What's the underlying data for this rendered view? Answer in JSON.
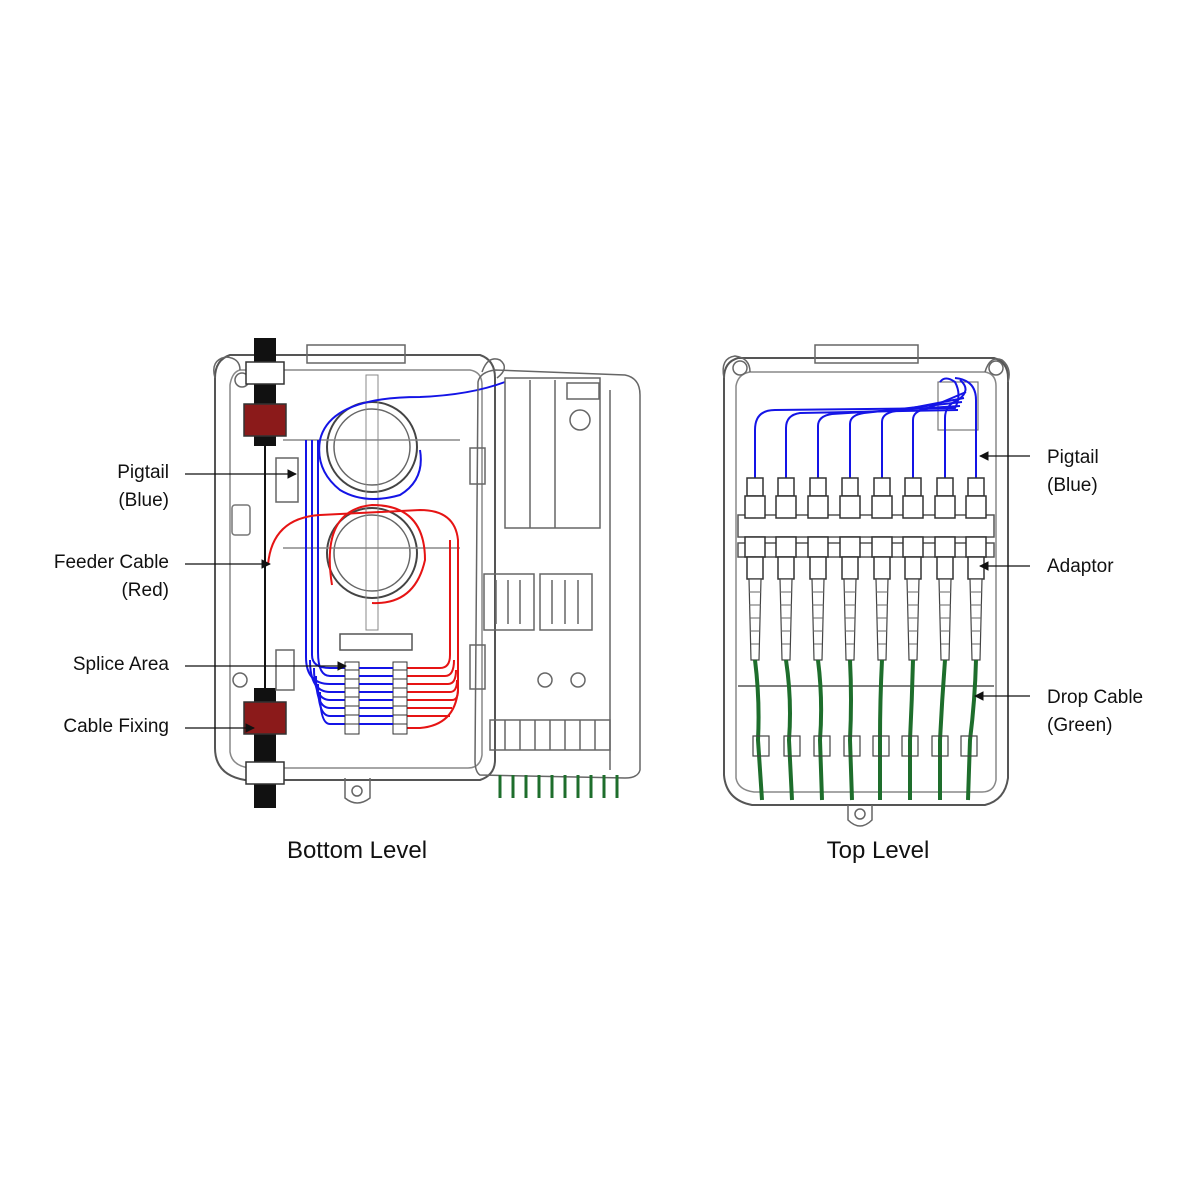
{
  "colors": {
    "pigtail": "#1414e6",
    "feeder": "#e61414",
    "drop": "#1e6e2c",
    "outline": "#555555",
    "cable_black": "#111111",
    "fixing": "#8b1a1a"
  },
  "bottom": {
    "caption": "Bottom Level",
    "labels": {
      "pigtail_1": "Pigtail",
      "pigtail_2": "(Blue)",
      "feeder_1": "Feeder Cable",
      "feeder_2": "(Red)",
      "splice": "Splice Area",
      "fixing": "Cable Fixing"
    }
  },
  "top": {
    "caption": "Top Level",
    "labels": {
      "pigtail_1": "Pigtail",
      "pigtail_2": "(Blue)",
      "adaptor": "Adaptor",
      "drop_1": "Drop Cable",
      "drop_2": "(Green)"
    }
  }
}
